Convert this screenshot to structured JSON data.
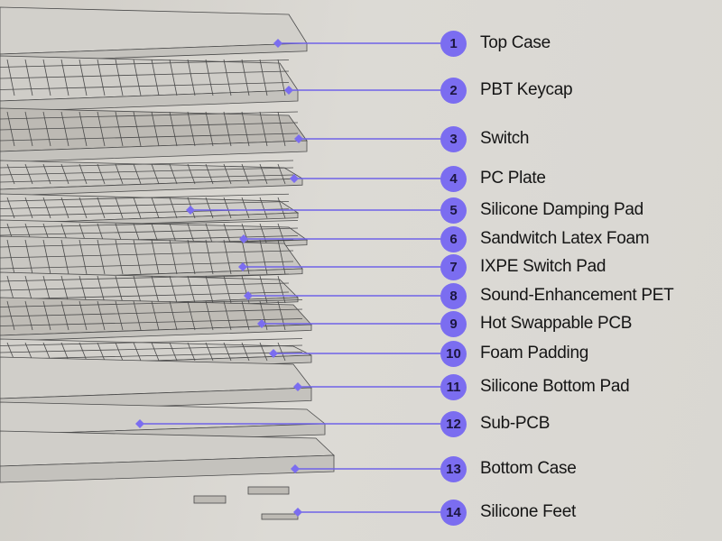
{
  "accent_color": "#7b6df0",
  "line_color": "#6f62e8",
  "components": [
    {
      "number": "1",
      "label": "Top Case"
    },
    {
      "number": "2",
      "label": "PBT Keycap"
    },
    {
      "number": "3",
      "label": "Switch"
    },
    {
      "number": "4",
      "label": "PC Plate"
    },
    {
      "number": "5",
      "label": "Silicone Damping Pad"
    },
    {
      "number": "6",
      "label": "Sandwitch Latex Foam"
    },
    {
      "number": "7",
      "label": "IXPE Switch Pad"
    },
    {
      "number": "8",
      "label": "Sound-Enhancement PET"
    },
    {
      "number": "9",
      "label": "Hot Swappable PCB"
    },
    {
      "number": "10",
      "label": "Foam Padding"
    },
    {
      "number": "11",
      "label": "Silicone Bottom Pad"
    },
    {
      "number": "12",
      "label": "Sub-PCB"
    },
    {
      "number": "13",
      "label": "Bottom Case"
    },
    {
      "number": "14",
      "label": "Silicone Feet"
    }
  ]
}
